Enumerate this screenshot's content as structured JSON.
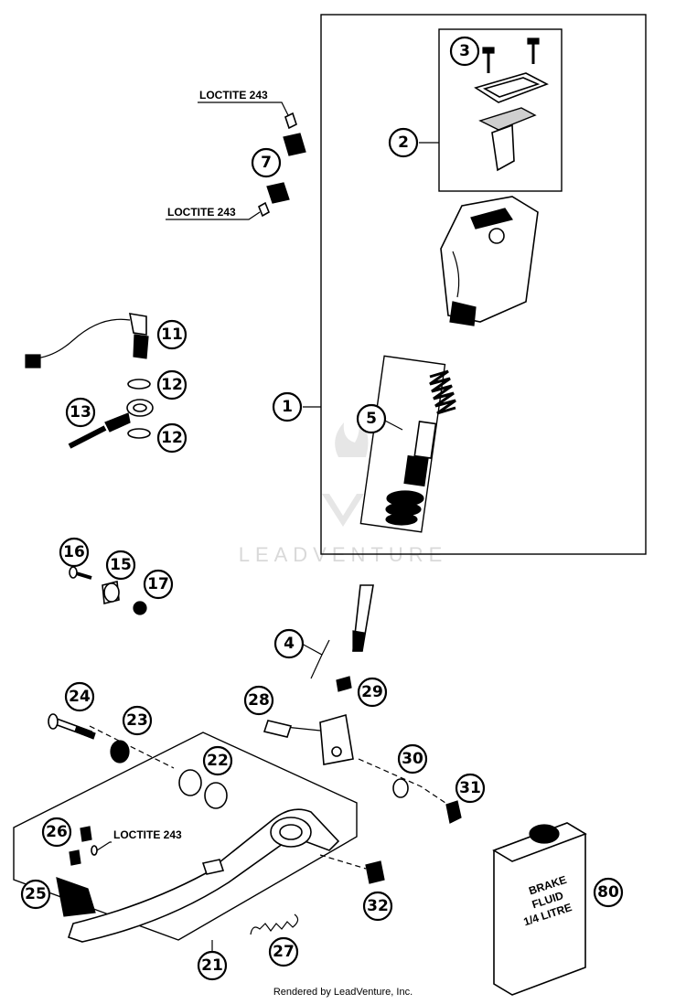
{
  "callouts": [
    {
      "id": "1",
      "label": "1"
    },
    {
      "id": "2",
      "label": "2"
    },
    {
      "id": "3",
      "label": "3"
    },
    {
      "id": "4",
      "label": "4"
    },
    {
      "id": "5",
      "label": "5"
    },
    {
      "id": "7",
      "label": "7"
    },
    {
      "id": "11",
      "label": "11"
    },
    {
      "id": "12a",
      "label": "12"
    },
    {
      "id": "12b",
      "label": "12"
    },
    {
      "id": "13",
      "label": "13"
    },
    {
      "id": "15",
      "label": "15"
    },
    {
      "id": "16",
      "label": "16"
    },
    {
      "id": "17",
      "label": "17"
    },
    {
      "id": "21",
      "label": "21"
    },
    {
      "id": "22",
      "label": "22"
    },
    {
      "id": "23",
      "label": "23"
    },
    {
      "id": "24",
      "label": "24"
    },
    {
      "id": "25",
      "label": "25"
    },
    {
      "id": "26",
      "label": "26"
    },
    {
      "id": "27",
      "label": "27"
    },
    {
      "id": "28",
      "label": "28"
    },
    {
      "id": "29",
      "label": "29"
    },
    {
      "id": "30",
      "label": "30"
    },
    {
      "id": "31",
      "label": "31"
    },
    {
      "id": "32",
      "label": "32"
    },
    {
      "id": "80",
      "label": "80"
    }
  ],
  "loctite": {
    "top": "LOCTITE 243",
    "middle": "LOCTITE 243",
    "pedal": "LOCTITE 243"
  },
  "bottle": {
    "line1": "BRAKE",
    "line2": "FLUID",
    "line3": "1/4 LITRE"
  },
  "watermark": "LEADVENTURE",
  "credit": "Rendered by LeadVenture, Inc."
}
